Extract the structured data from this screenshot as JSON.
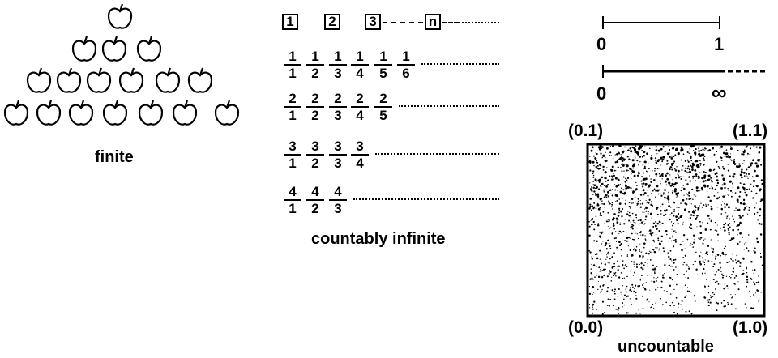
{
  "finite": {
    "caption": "finite",
    "rows": [
      1,
      3,
      6,
      7
    ]
  },
  "countable": {
    "caption": "countably infinite",
    "boxes": [
      "1",
      "2",
      "3",
      "n"
    ],
    "fraction_rows": [
      [
        [
          "1",
          "1"
        ],
        [
          "1",
          "2"
        ],
        [
          "1",
          "3"
        ],
        [
          "1",
          "4"
        ],
        [
          "1",
          "5"
        ],
        [
          "1",
          "6"
        ]
      ],
      [
        [
          "2",
          "1"
        ],
        [
          "2",
          "2"
        ],
        [
          "2",
          "3"
        ],
        [
          "2",
          "4"
        ],
        [
          "2",
          "5"
        ]
      ],
      [
        [
          "3",
          "1"
        ],
        [
          "3",
          "2"
        ],
        [
          "3",
          "3"
        ],
        [
          "3",
          "4"
        ]
      ],
      [
        [
          "4",
          "1"
        ],
        [
          "4",
          "2"
        ],
        [
          "4",
          "3"
        ]
      ]
    ]
  },
  "uncountable": {
    "caption": "uncountable",
    "interval_start": "0",
    "interval_end": "1",
    "ray_start": "0",
    "ray_end": "∞",
    "corner_top_left": "(0.1)",
    "corner_top_right": "(1.1)",
    "corner_bottom_left": "(0.0)",
    "corner_bottom_right": "(1.0)"
  }
}
